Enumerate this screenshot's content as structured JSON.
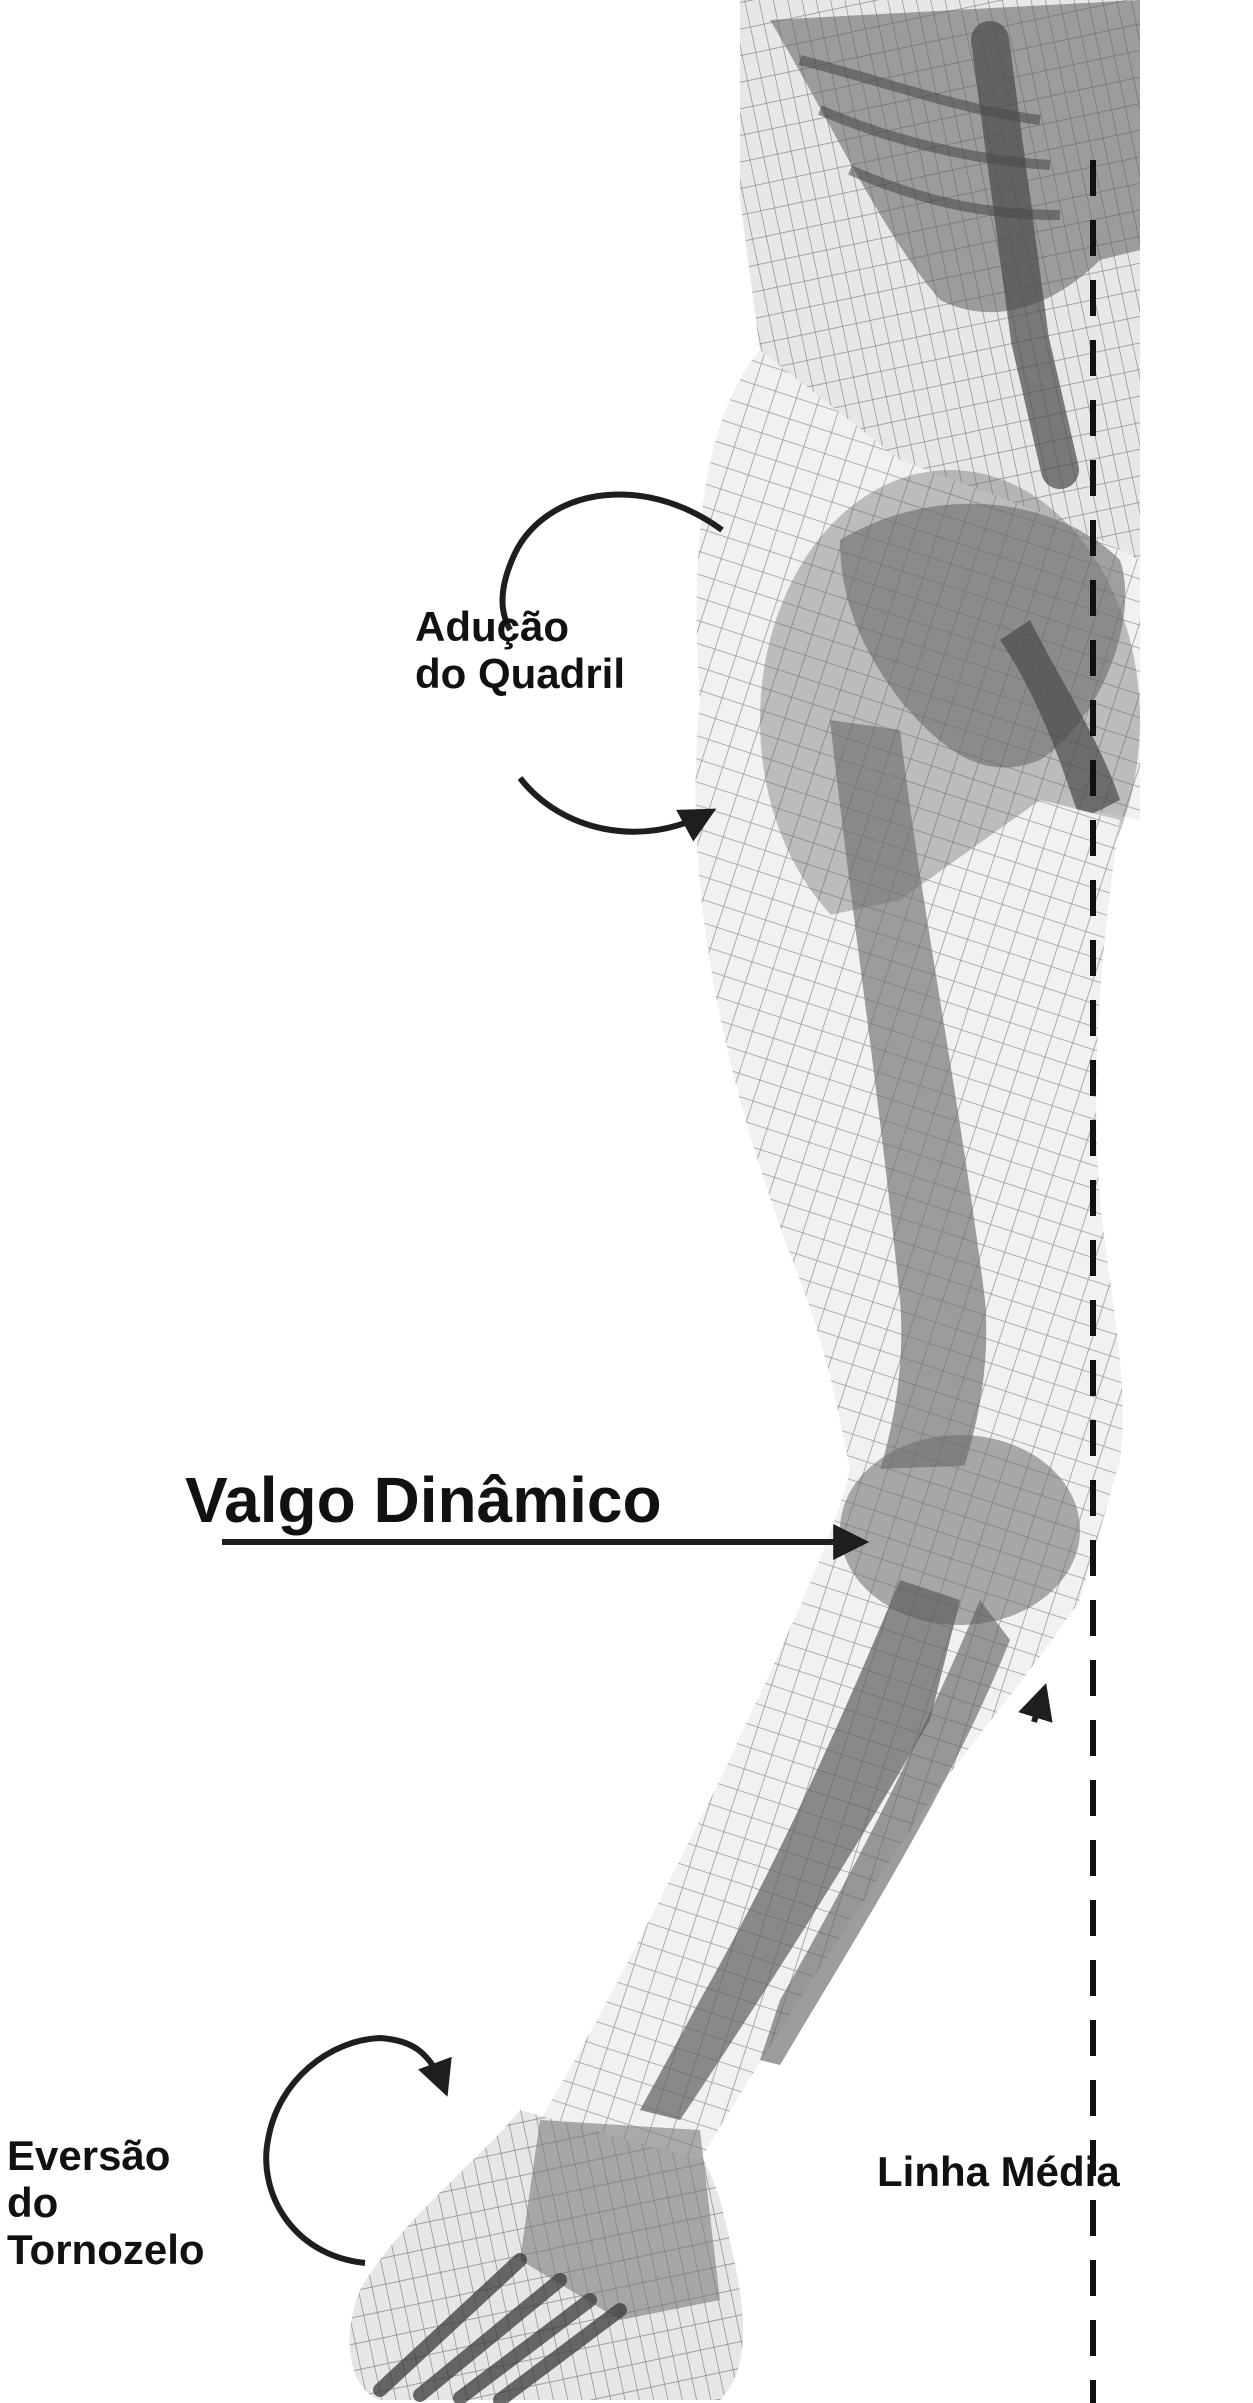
{
  "labels": {
    "hip_adduction": [
      "Adução",
      "do Quadril"
    ],
    "dynamic_valgus": "Valgo Dinâmico",
    "ankle_eversion": [
      "Eversão",
      "do",
      "Tornozelo"
    ],
    "midline": "Linha Média"
  },
  "colors": {
    "mesh": "#9a9a9a",
    "bone": "#6e6e6e",
    "arrow": "#1e1e1e",
    "text": "#111111"
  }
}
